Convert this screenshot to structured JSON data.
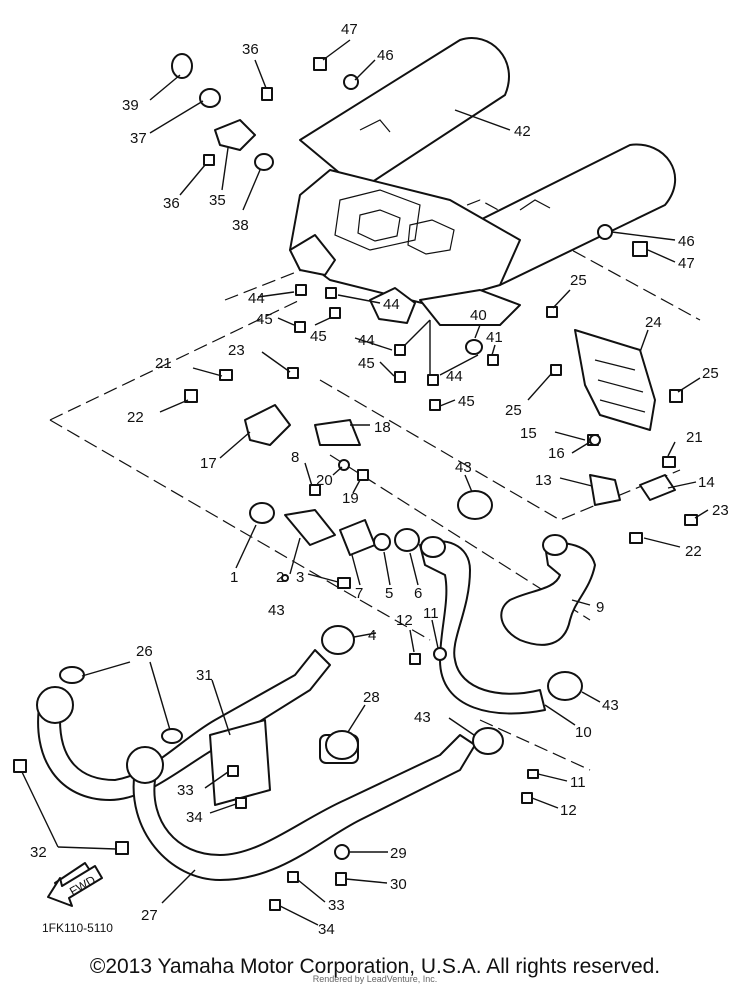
{
  "diagram": {
    "figure_code": "1FK110-5110",
    "fwd_label": "FWD",
    "callouts": [
      "1",
      "2",
      "3",
      "4",
      "5",
      "6",
      "7",
      "8",
      "9",
      "10",
      "11",
      "11",
      "12",
      "12",
      "13",
      "14",
      "15",
      "16",
      "17",
      "18",
      "19",
      "20",
      "21",
      "21",
      "22",
      "22",
      "23",
      "23",
      "24",
      "25",
      "25",
      "25",
      "26",
      "27",
      "28",
      "29",
      "30",
      "31",
      "32",
      "33",
      "33",
      "34",
      "34",
      "35",
      "36",
      "36",
      "37",
      "38",
      "39",
      "40",
      "41",
      "42",
      "43",
      "43",
      "43",
      "43",
      "43",
      "44",
      "44",
      "44",
      "44",
      "44",
      "45",
      "45",
      "45",
      "45",
      "46",
      "46",
      "47",
      "47"
    ]
  },
  "footer": {
    "copyright": "©2013 Yamaha Motor Corporation, U.S.A. All rights reserved.",
    "watermark": "Rendered by LeadVenture, Inc."
  }
}
